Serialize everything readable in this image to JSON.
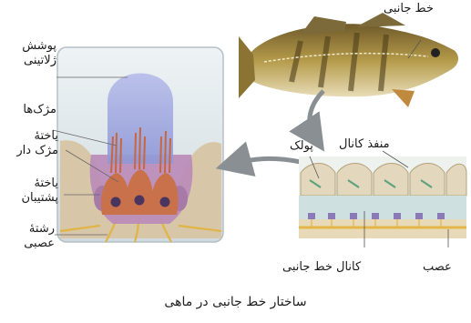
{
  "labels": {
    "lateral_line_top": "خط جانبی",
    "gelatinous_cover_line1": "پوشش",
    "gelatinous_cover_line2": "ژلاتینی",
    "hairs": "مژک‌ها",
    "hair_cell_line1": "یاختهٔ",
    "hair_cell_line2": "مژک دار",
    "support_cell_line1": "یاختهٔ",
    "support_cell_line2": "پشتیبان",
    "nerve_fiber_line1": "رشتهٔ",
    "nerve_fiber_line2": "عصبی",
    "scale": "پولک",
    "canal_pore": "منفذ کانال",
    "lateral_line_canal": "کانال خط جانبی",
    "nerve": "عصب"
  },
  "caption": "ساختار خط جانبی در ماهی",
  "colors": {
    "gel_blue": "#9fa6e0",
    "cell_orange": "#c9714a",
    "support_purple": "#b98ab8",
    "frame_bg": "#dde6ea",
    "fish_body": "#a88a3c",
    "canal_teal": "#cfe0e0",
    "scale_beige": "#e3d7bd",
    "nerve_yellow": "#e3b64a",
    "arrow_gray": "#8a8f94"
  }
}
